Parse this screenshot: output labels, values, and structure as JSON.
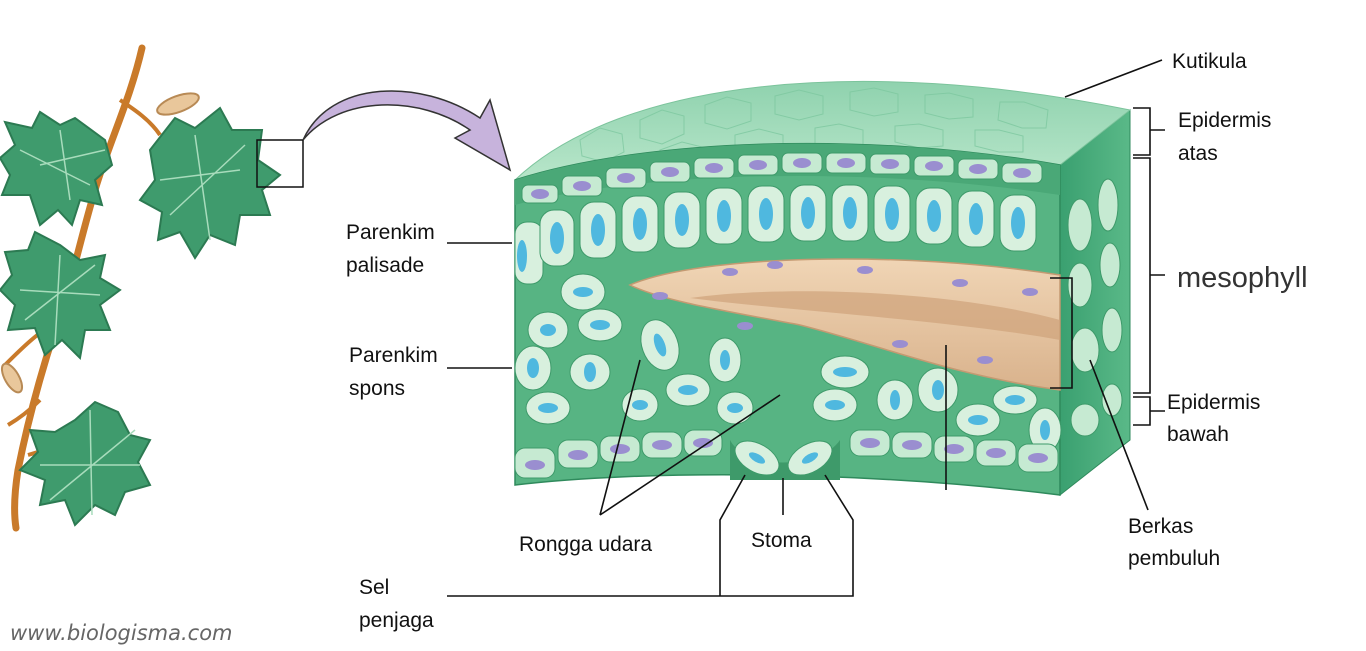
{
  "labels": {
    "kutikula": "Kutikula",
    "epidermis_atas_1": "Epidermis",
    "epidermis_atas_2": "atas",
    "mesophyll": "mesophyll",
    "epidermis_bawah_1": "Epidermis",
    "epidermis_bawah_2": "bawah",
    "berkas_1": "Berkas",
    "berkas_2": "pembuluh",
    "palisade_1": "Parenkim",
    "palisade_2": "palisade",
    "spons_1": "Parenkim",
    "spons_2": "spons",
    "rongga": "Rongga udara",
    "stoma": "Stoma",
    "sel_1": "Sel",
    "sel_2": "penjaga"
  },
  "watermark": "www.biologisma.com",
  "colors": {
    "leaf": "#3f9b6d",
    "leaf_dark": "#2c7a52",
    "stem": "#c97a2a",
    "arrow": "#c7b3dc",
    "cuticle": "#a9dcc0",
    "tissue": "#57b483",
    "cell": "#d8f0de",
    "nucleus_palisade": "#4fb8df",
    "nucleus_epidermis": "#9a8ed0",
    "vascular": "#e8c9a6"
  }
}
